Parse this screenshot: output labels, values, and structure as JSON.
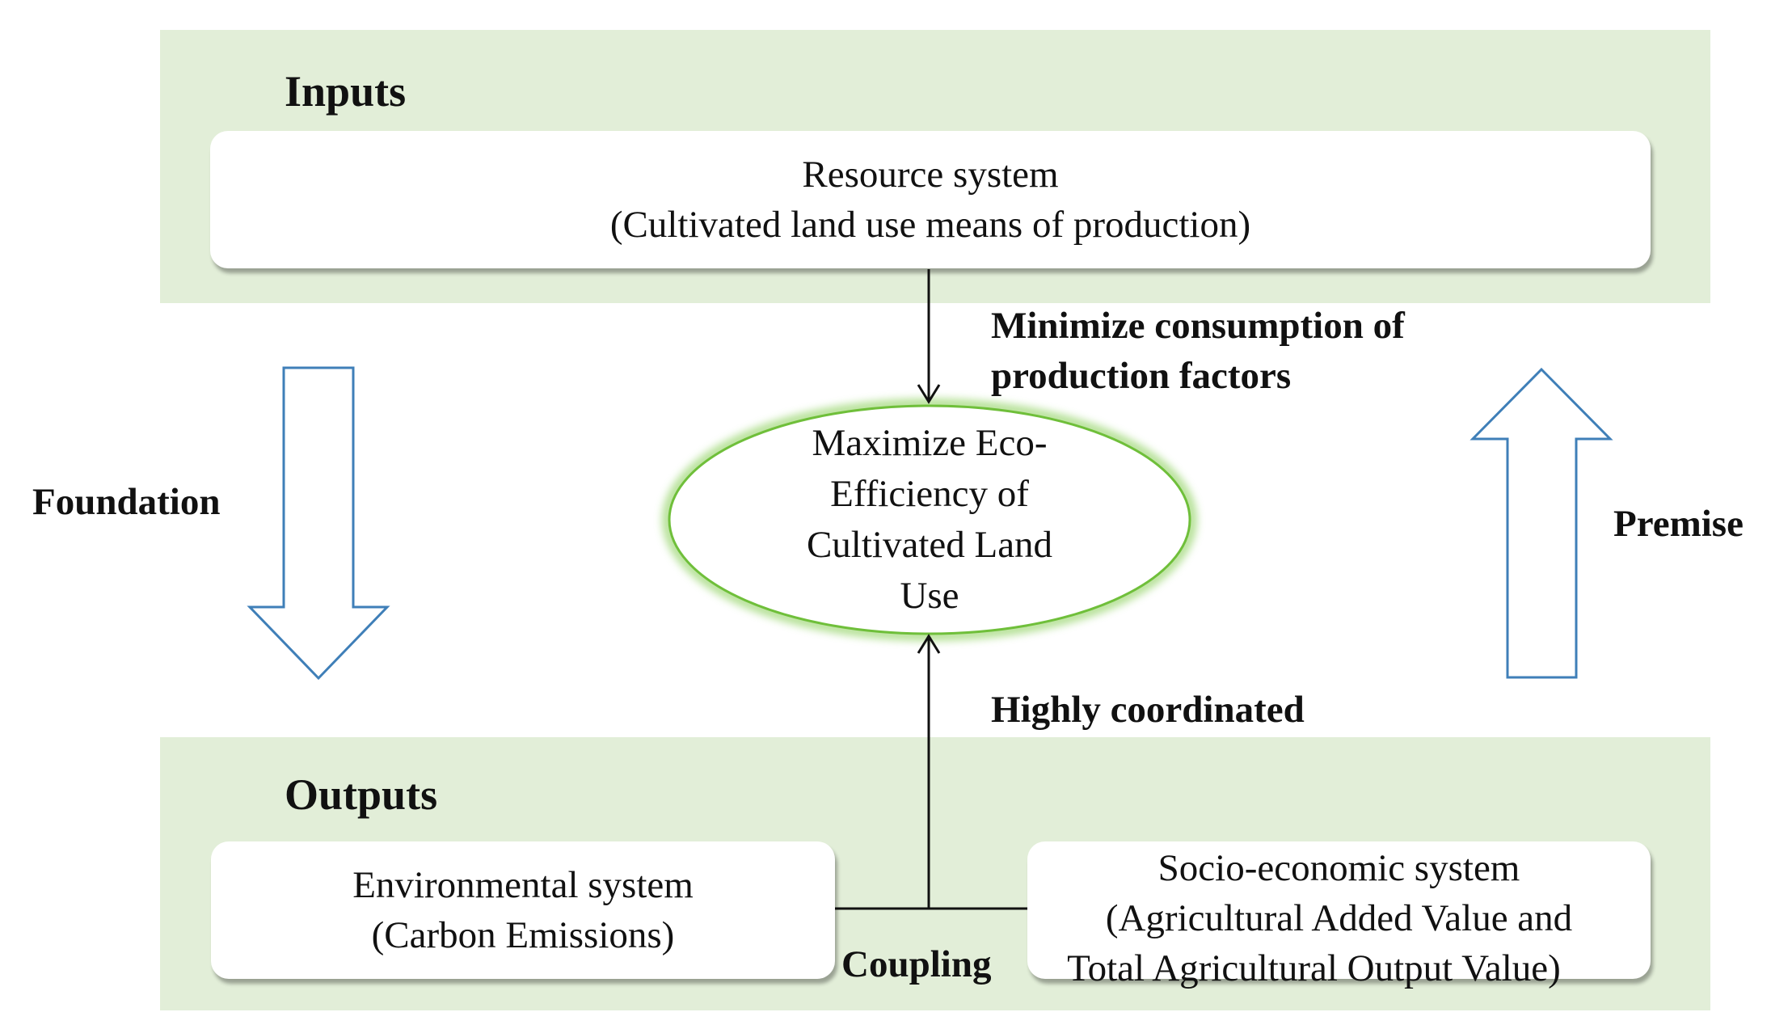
{
  "inputs": {
    "title": "Inputs",
    "resource_system": {
      "line1": "Resource system",
      "line2": "(Cultivated land use means of production)"
    }
  },
  "outputs": {
    "title": "Outputs",
    "environmental_system": {
      "line1": "Environmental system",
      "line2": "(Carbon Emissions)"
    },
    "socioeconomic_system": {
      "line1": "Socio-economic system",
      "line2": "(Agricultural Added Value and",
      "line3": "Total Agricultural Output Value)"
    }
  },
  "center": {
    "line1": "Maximize Eco-",
    "line2": "Efficiency of",
    "line3": "Cultivated Land",
    "line4": "Use"
  },
  "labels": {
    "minimize_line1": "Minimize consumption of",
    "minimize_line2": "production factors",
    "highly_coordinated": "Highly coordinated",
    "coupling": "Coupling",
    "foundation": "Foundation",
    "premise": "Premise"
  },
  "colors": {
    "panel_fill": "#e2eed8",
    "ellipse_stroke": "#6fbf3a",
    "hollow_arrow_stroke": "#3f7fb8",
    "line": "#111111"
  }
}
